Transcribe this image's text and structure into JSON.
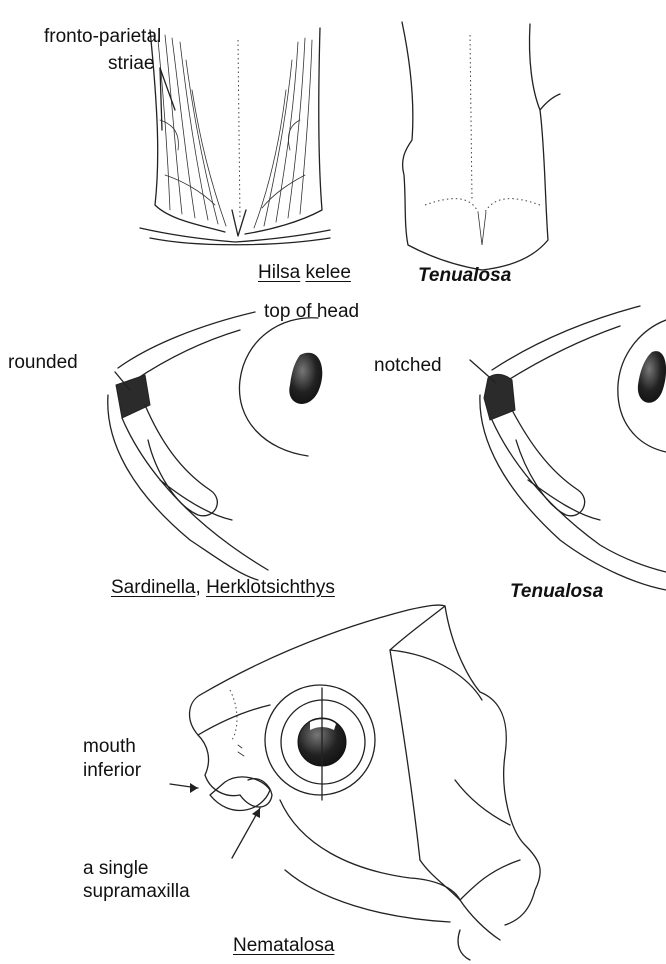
{
  "labels": {
    "fronto_parietal": "fronto-parietal",
    "striae": "striae",
    "hilsa": "Hilsa",
    "kelee": "kelee",
    "tenualosa_top": "Tenualosa",
    "top_of_head": "top of head",
    "rounded": "rounded",
    "notched": "notched",
    "sardinella": "Sardinella",
    "comma": ",",
    "herklotsichthys": "Herklotsichthys",
    "tenualosa_mid": "Tenualosa",
    "mouth": "mouth",
    "inferior": "inferior",
    "a_single": "a  single",
    "supramaxilla": "supramaxilla",
    "nematalosa": "Nematalosa"
  }
}
